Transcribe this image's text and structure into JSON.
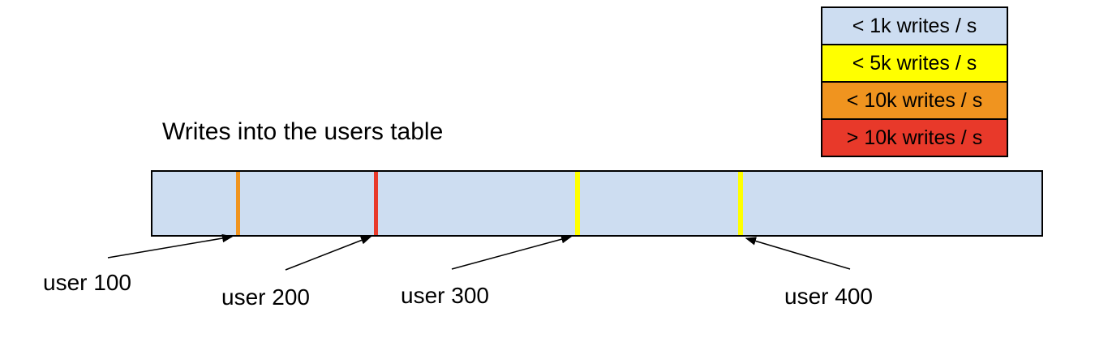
{
  "title": "Writes into the users table",
  "colors": {
    "bar_fill": "#cdddf1",
    "outline": "#000000"
  },
  "legend": {
    "items": [
      {
        "label": "< 1k writes / s",
        "color": "#cdddf1"
      },
      {
        "label": "< 5k writes / s",
        "color": "#ffff00"
      },
      {
        "label": "< 10k writes / s",
        "color": "#f0941f"
      },
      {
        "label": "> 10k writes / s",
        "color": "#e8392a"
      }
    ]
  },
  "markers": [
    {
      "user": "user 100",
      "rate": "< 10k writes / s",
      "color": "#f0941f"
    },
    {
      "user": "user 200",
      "rate": "> 10k writes / s",
      "color": "#e8392a"
    },
    {
      "user": "user 300",
      "rate": "< 5k writes / s",
      "color": "#ffff00"
    },
    {
      "user": "user 400",
      "rate": "< 5k writes / s",
      "color": "#ffff00"
    }
  ]
}
